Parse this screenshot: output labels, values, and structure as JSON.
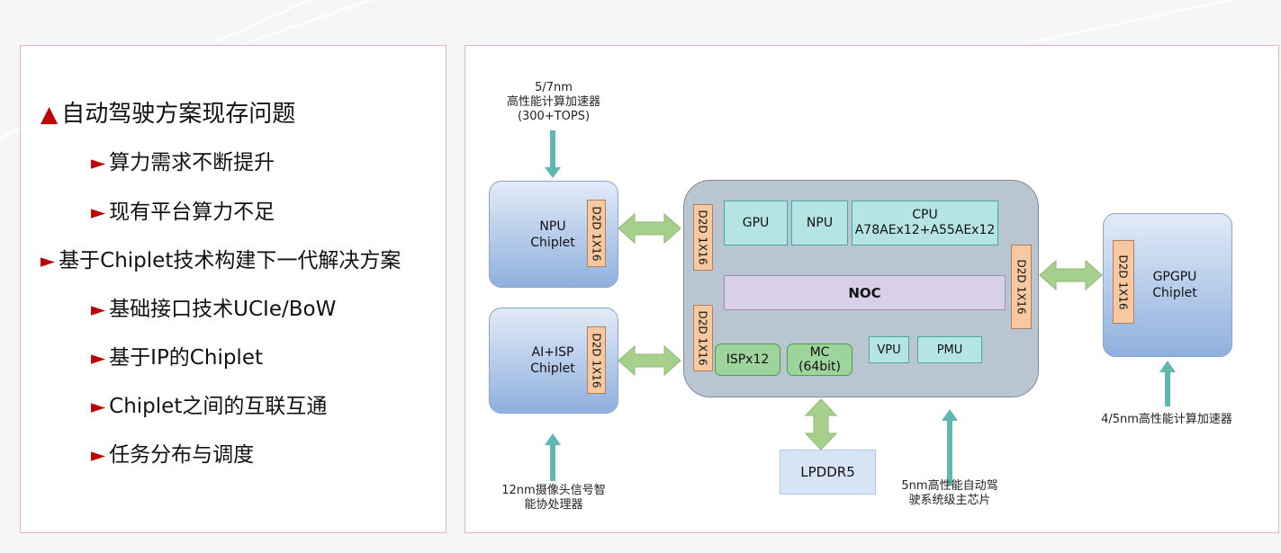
{
  "left_list": {
    "items": [
      {
        "bullet": "▲",
        "text": "自动驾驶方案现存问题"
      },
      {
        "bullet": "►",
        "text": "算力需求不断提升"
      },
      {
        "bullet": "►",
        "text": "现有平台算力不足"
      },
      {
        "bullet": "►",
        "text": "基于Chiplet技术构建下一代解决方案"
      },
      {
        "bullet": "►",
        "text": "基础接口技术UCIe/BoW"
      },
      {
        "bullet": "►",
        "text": "基于IP的Chiplet"
      },
      {
        "bullet": "►",
        "text": "Chiplet之间的互联互通"
      },
      {
        "bullet": "►",
        "text": "任务分布与调度"
      }
    ]
  },
  "diagram": {
    "npu_caption": [
      "5/7nm",
      "高性能计算加速器",
      "(300+TOPS)"
    ],
    "npu_chiplet": [
      "NPU",
      "Chiplet"
    ],
    "aisp_chiplet": [
      "AI+ISP",
      "Chiplet"
    ],
    "aisp_caption": [
      "12nm摄像头信号智",
      "能协处理器"
    ],
    "d2d_label": "D2D 1X16",
    "gpu": "GPU",
    "npu": "NPU",
    "cpu": [
      "CPU",
      "A78AEx12+A55AEx12"
    ],
    "noc": "NOC",
    "isp": "ISPx12",
    "mc": [
      "MC",
      "(64bit)"
    ],
    "vpu": "VPU",
    "pmu": "PMU",
    "lpddr": "LPDDR5",
    "soc_caption": [
      "5nm高性能自动驾",
      "驶系统级主芯片"
    ],
    "gpgpu_chiplet": [
      "GPGPU",
      "Chiplet"
    ],
    "gpgpu_caption": "4/5nm高性能计算加速器",
    "colors": {
      "bullet": "#c00000",
      "teal_arrow": "#5fb7b0",
      "green_arrow": "#a8d08d"
    }
  }
}
